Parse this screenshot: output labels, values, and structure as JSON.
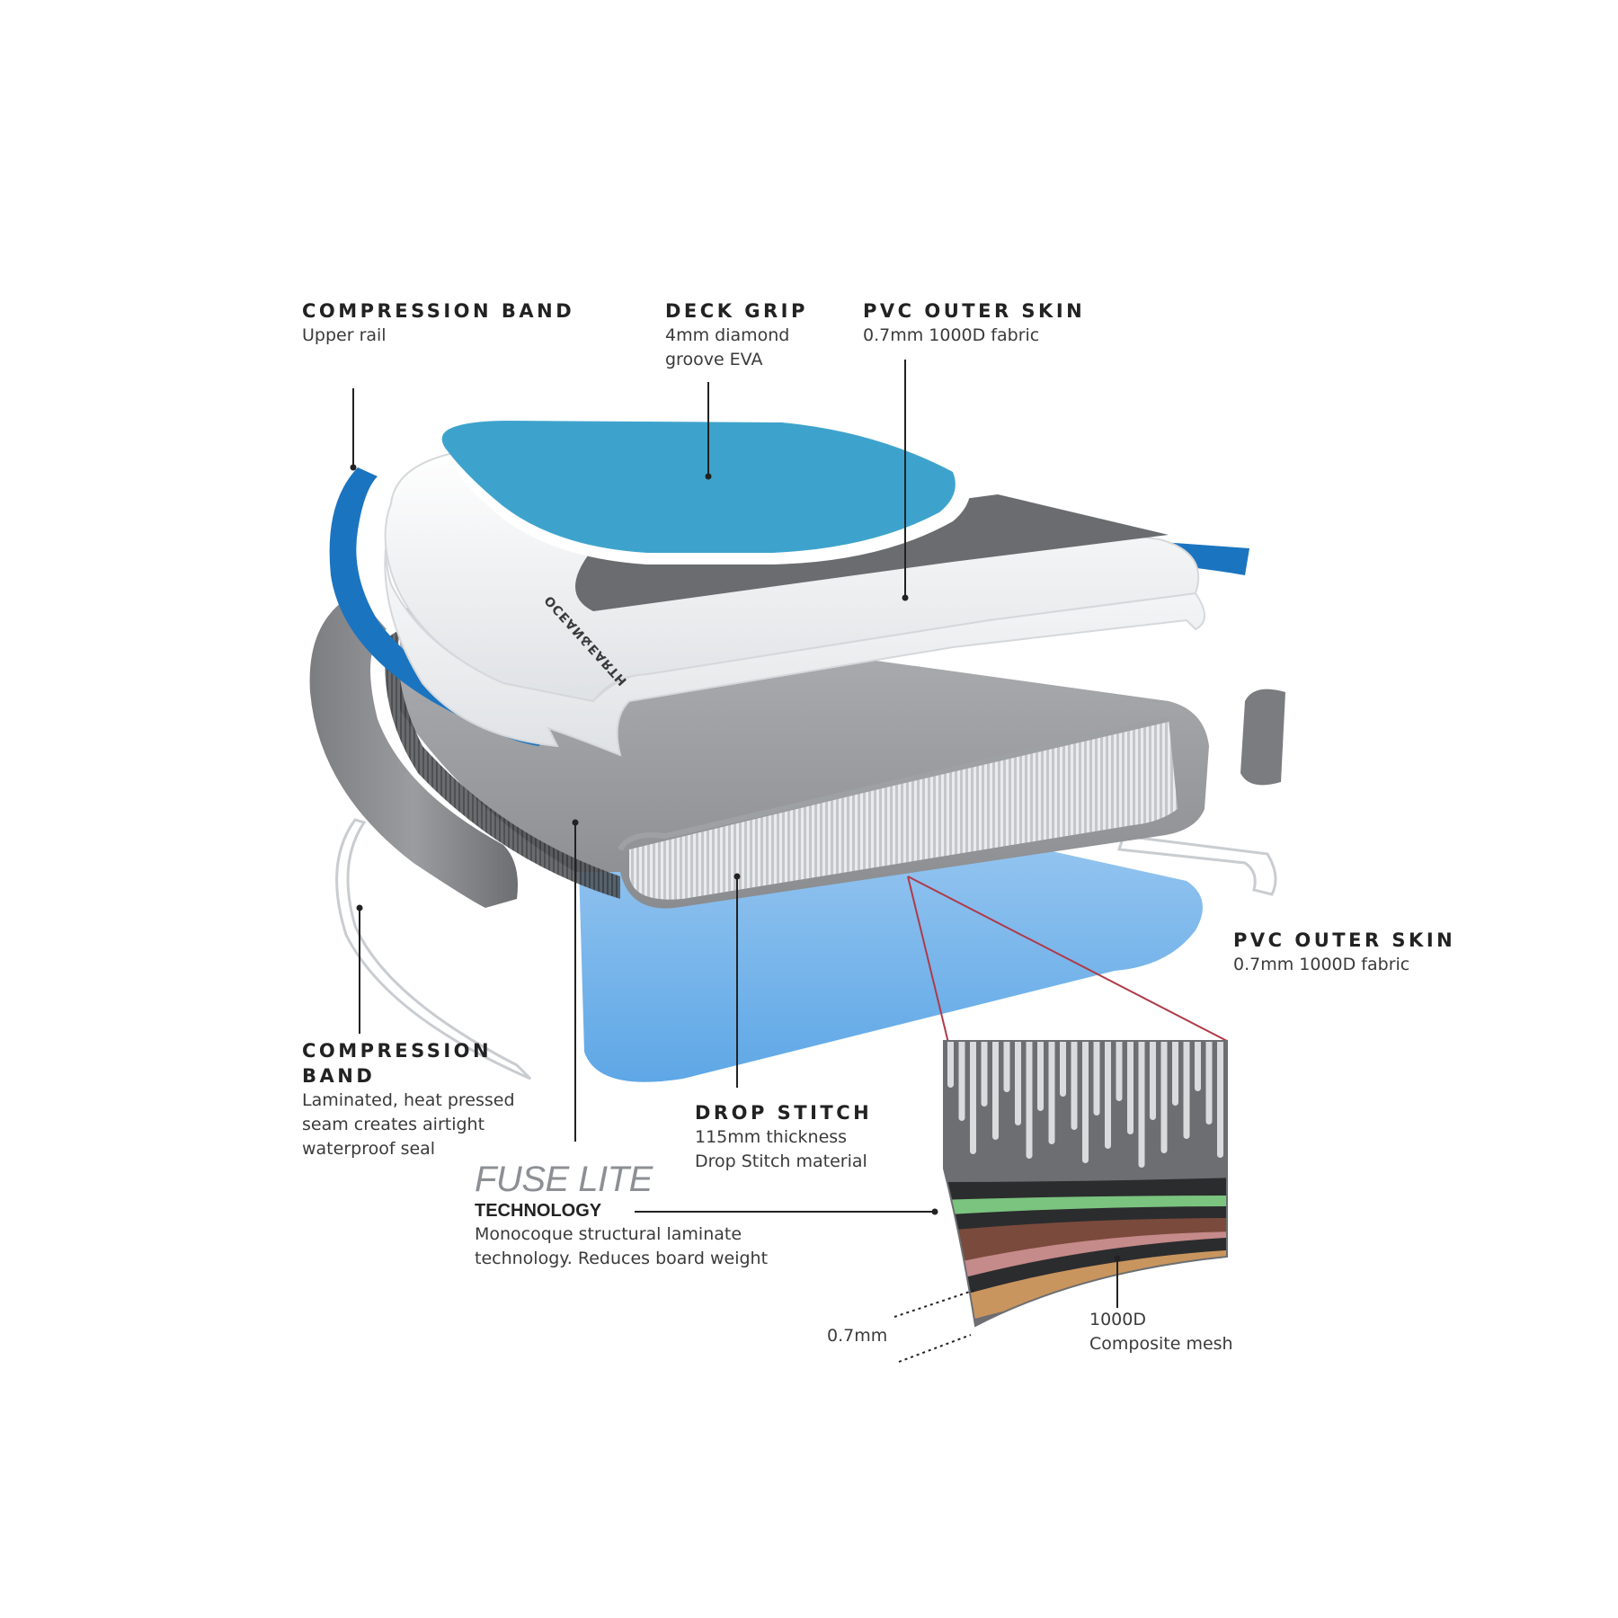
{
  "labels": {
    "compression_band_upper": {
      "title": "COMPRESSION BAND",
      "sub": "Upper rail"
    },
    "deck_grip": {
      "title": "DECK GRIP",
      "sub1": "4mm diamond",
      "sub2": "groove EVA"
    },
    "pvc_outer_skin_top": {
      "title": "PVC OUTER SKIN",
      "sub": "0.7mm 1000D fabric"
    },
    "pvc_outer_skin_bottom": {
      "title": "PVC OUTER SKIN",
      "sub": "0.7mm 1000D fabric"
    },
    "compression_band_seam": {
      "title1": "COMPRESSION",
      "title2": "BAND",
      "sub1": "Laminated, heat pressed",
      "sub2": "seam creates airtight",
      "sub3": "waterproof seal"
    },
    "drop_stitch": {
      "title": "DROP STITCH",
      "sub1": "115mm thickness",
      "sub2": "Drop Stitch material"
    },
    "fuse_lite": {
      "brand": "FUSE LITE",
      "subtitle": "TECHNOLOGY",
      "desc1": "Monocoque structural laminate",
      "desc2": "technology. Reduces board weight"
    },
    "thickness": "0.7mm",
    "mesh": {
      "line1": "1000D",
      "line2": "Composite mesh"
    }
  },
  "board_logo": "OCEAN&EARTH",
  "colors": {
    "deck_blue": "#3ea3cc",
    "rail_blue": "#1b74c0",
    "bottom_blue": "#73b5ea",
    "grey_dark": "#6e7073",
    "grey_mid": "#8e9093",
    "skin_white": "#f4f5f6",
    "callout_red": "#b03a48",
    "mesh_green": "#7bc47f",
    "mesh_brown": "#7a4a3c",
    "mesh_tan": "#c9955e"
  }
}
